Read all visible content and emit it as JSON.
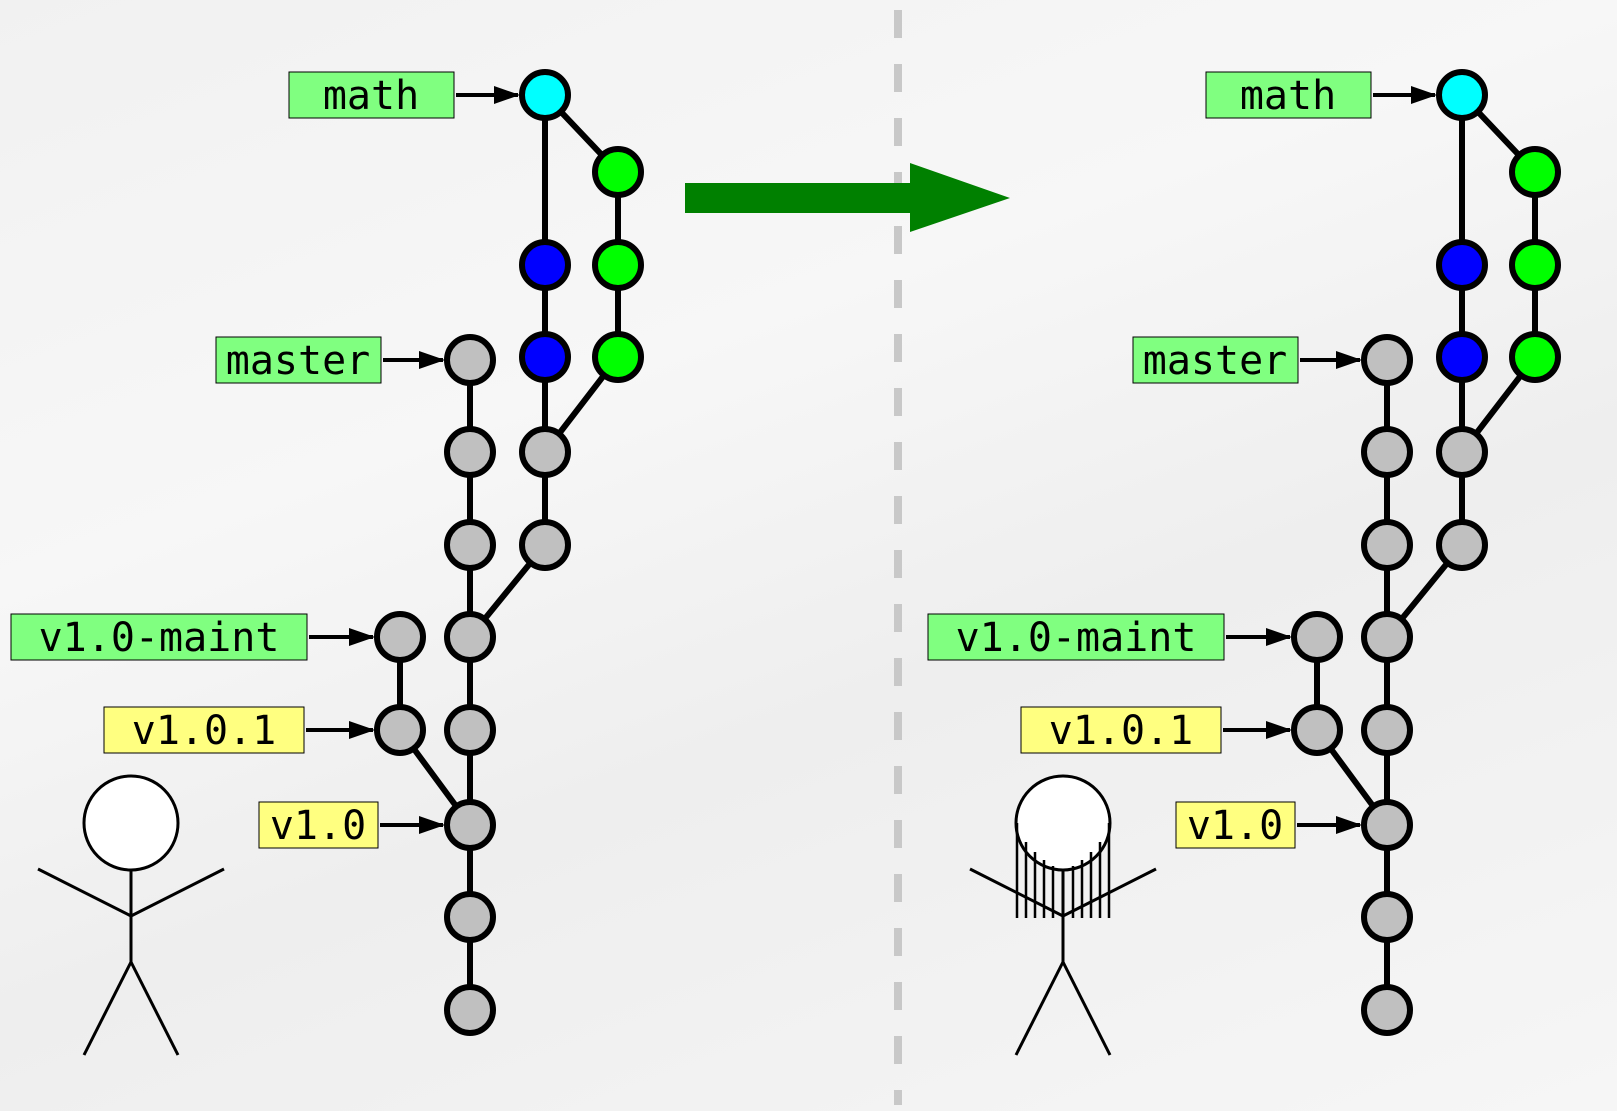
{
  "colors": {
    "branch_label_bg": "#80ff80",
    "tag_label_bg": "#ffff80",
    "commit_default": "#c0c0c0",
    "commit_head": "#00ffff",
    "commit_blue": "#0000ff",
    "commit_green": "#00ff00",
    "transition_arrow": "#008000",
    "divider": "#c8c8c8"
  },
  "panels": [
    {
      "id": "before",
      "labels": {
        "math": "math",
        "master": "master",
        "maint": "v1.0-maint",
        "tag_101": "v1.0.1",
        "tag_10": "v1.0"
      },
      "person": "stick-figure"
    },
    {
      "id": "after",
      "labels": {
        "math": "math",
        "master": "master",
        "maint": "v1.0-maint",
        "tag_101": "v1.0.1",
        "tag_10": "v1.0"
      },
      "person": "stick-figure-long-hair"
    }
  ]
}
